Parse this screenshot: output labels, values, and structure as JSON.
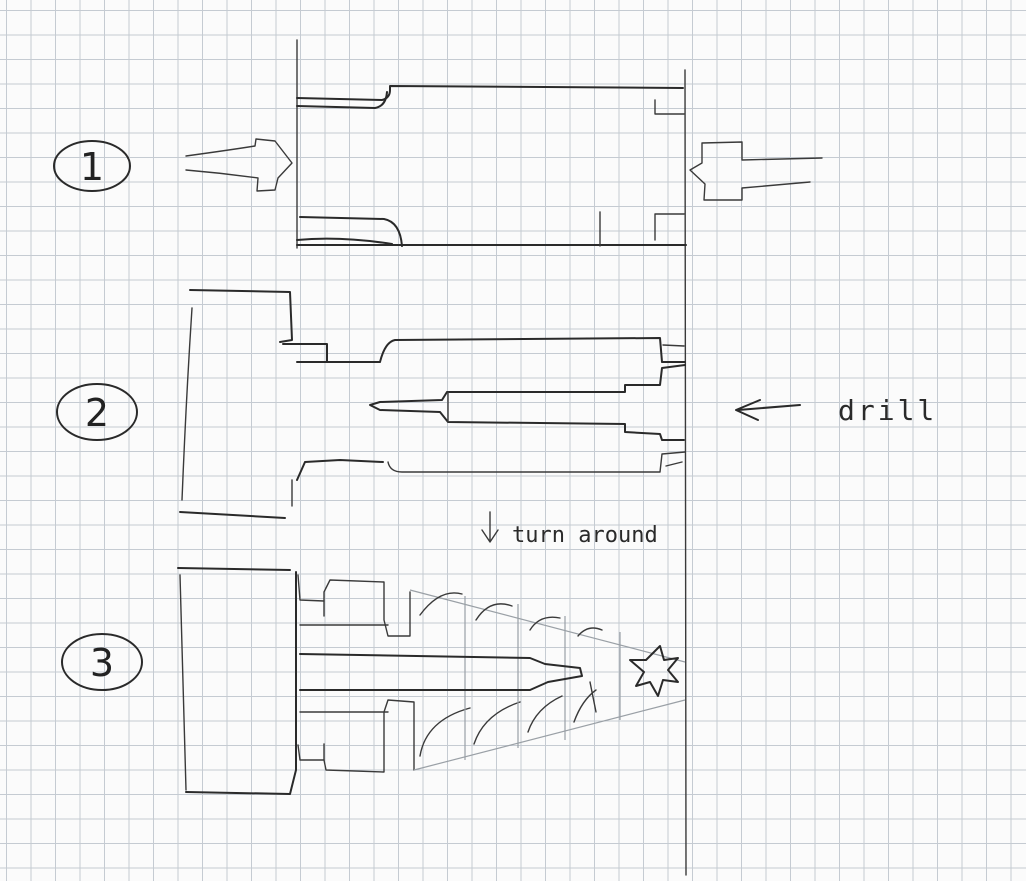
{
  "steps": [
    {
      "label": "1"
    },
    {
      "label": "2"
    },
    {
      "label": "3"
    }
  ],
  "annotations": {
    "drill": "drill",
    "turnaround": "turn around"
  },
  "icons": [
    "arrow-left-icon",
    "arrow-down-icon",
    "star-icon"
  ],
  "colors": {
    "ink": "#2a2a2a",
    "grid": "#c5cbd2",
    "paper": "#fbfbfb"
  }
}
